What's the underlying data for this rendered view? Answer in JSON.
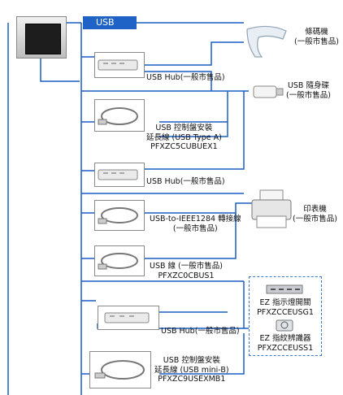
{
  "usb_label": "USB",
  "devices": {
    "barcode": {
      "line1": "條碼機",
      "line2": "(一般市售品)"
    },
    "flash": {
      "line1": "USB 隨身碟",
      "line2": "(一般市售品)"
    },
    "hub1": {
      "label": "USB Hub(一般市售品)"
    },
    "cable_a": {
      "line1": "USB 控制盤安裝",
      "line2": "延長線 (USB Type A)",
      "line3": "PFXZC5CUBUEX1"
    },
    "hub2": {
      "label": "USB Hub(一般市售品)"
    },
    "ieee": {
      "line1": "USB-to-IEEE1284 轉接線",
      "line2": "(一般市售品)"
    },
    "printer": {
      "line1": "印表機",
      "line2": "(一般市售品)"
    },
    "usb_cable": {
      "line1": "USB 線 (一般市售品)",
      "line2": "PFXZC0CBUS1"
    },
    "ez_switch": {
      "line1": "EZ 指示燈開關",
      "line2": "PFXZCCEUSG1"
    },
    "hub3": {
      "label": "USB Hub(一般市售品)"
    },
    "ez_fp": {
      "line1": "EZ 指紋辨識器",
      "line2": "PFXZCCEUSS1"
    },
    "cable_mini": {
      "line1": "USB 控制盤安裝",
      "line2": "延長線 (USB mini-B)",
      "line3": "PFXZC9USEXMB1"
    }
  }
}
